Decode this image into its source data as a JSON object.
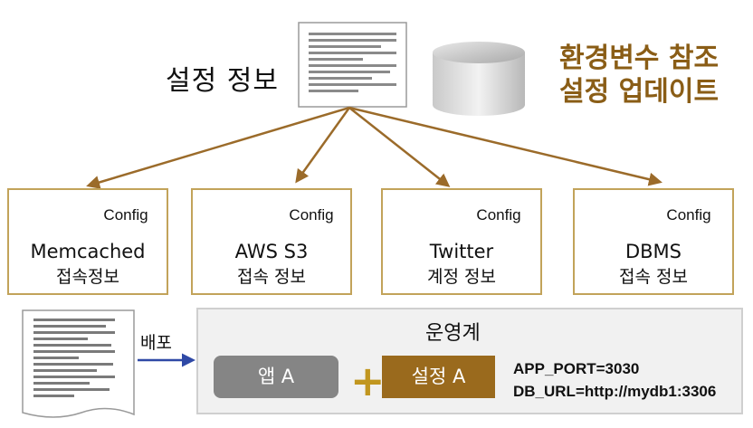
{
  "settings_info_label": "설정 정보",
  "env_title_line1": "환경변수 참조",
  "env_title_line2": "설정 업데이트",
  "config_label": "Config",
  "targets": [
    {
      "name": "Memcached",
      "sub": "접속정보"
    },
    {
      "name": "AWS S3",
      "sub": "접속 정보"
    },
    {
      "name": "Twitter",
      "sub": "계정 정보"
    },
    {
      "name": "DBMS",
      "sub": "접속 정보"
    }
  ],
  "deploy_label": "배포",
  "ops_title": "운영계",
  "app_label": "앱 A",
  "plus_sign": "+",
  "settings_a_label": "설정 A",
  "env_vars": [
    "APP_PORT=3030",
    "DB_URL=http://mydb1:3306"
  ],
  "colors": {
    "accent_brown": "#8a5d16",
    "arrow": "#9b6b2a",
    "box_border": "#c2a35a",
    "deploy_arrow": "#2f49a6"
  },
  "icons": [
    "document-icon",
    "database-icon",
    "config-note-icon",
    "deploy-document-icon"
  ]
}
